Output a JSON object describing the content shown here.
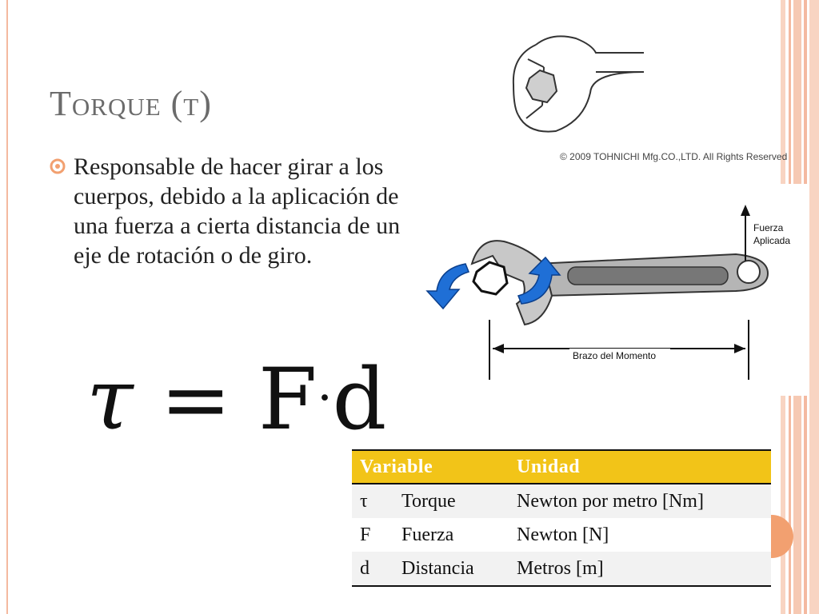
{
  "slide": {
    "title": "Torque (τ)",
    "bullet_text": "Responsable de hacer girar a los cuerpos, debido a la aplicación de una fuerza a cierta distancia de un eje de rotación o de giro.",
    "formula": {
      "tau": "τ",
      "equals": "=",
      "F": "F",
      "dot": "·",
      "d": "d"
    },
    "copyright": "© 2009 TOHNICHI Mfg.CO.,LTD. All Rights Reserved",
    "diagram": {
      "force_label_1": "Fuerza",
      "force_label_2": "Aplicada",
      "arm_label": "Brazo del Momento"
    },
    "table": {
      "headers": [
        "Variable",
        "Unidad"
      ],
      "rows": [
        {
          "symbol": "τ",
          "name": "Torque",
          "unit": "Newton por metro [Nm]"
        },
        {
          "symbol": "F",
          "name": "Fuerza",
          "unit": "Newton [N]"
        },
        {
          "symbol": "d",
          "name": "Distancia",
          "unit": "Metros [m]"
        }
      ]
    },
    "colors": {
      "table_header": "#f2c418",
      "accent_orange": "#f2a070",
      "stripe_peach": "#f6c9b3",
      "arrow_blue": "#1f6fd6"
    }
  }
}
